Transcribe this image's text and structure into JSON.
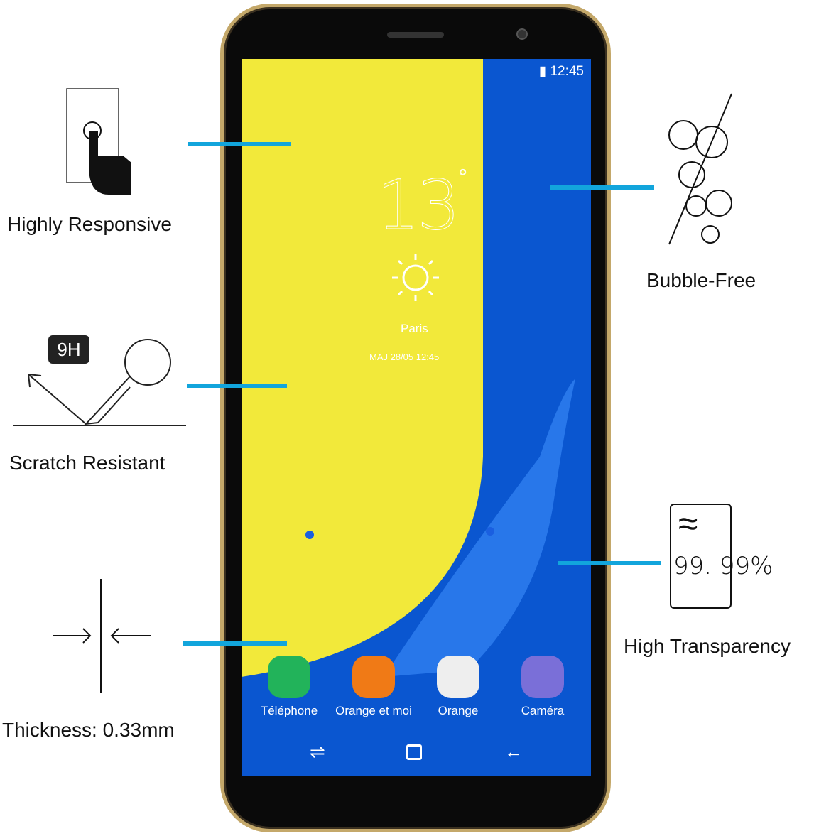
{
  "features": [
    {
      "label": "Highly Responsive",
      "icon": "touch-finger-icon"
    },
    {
      "label": "Scratch Resistant",
      "icon": "key-scratch-icon",
      "badge": "9H"
    },
    {
      "label": "Thickness: 0.33mm",
      "icon": "thickness-arrows-icon"
    },
    {
      "label": "Bubble-Free",
      "icon": "bubbles-icon"
    },
    {
      "label": "High Transparency",
      "icon": "transparency-icon",
      "value": "99. 99%"
    }
  ],
  "phone": {
    "status_time": "12:45",
    "weather": {
      "temp": "13",
      "degree": "°",
      "city": "Paris",
      "updated": "MAJ 28/05 12:45"
    },
    "apps": [
      {
        "label": "Téléphone",
        "color": "#22b35a"
      },
      {
        "label": "Orange et moi",
        "color": "#f07a16"
      },
      {
        "label": "Orange",
        "color": "#eeeeee"
      },
      {
        "label": "Caméra",
        "color": "#7a6fd8"
      }
    ]
  },
  "colors": {
    "accent": "#12a5dc",
    "yellow": "#f2e93a",
    "blue": "#0a56d0"
  }
}
